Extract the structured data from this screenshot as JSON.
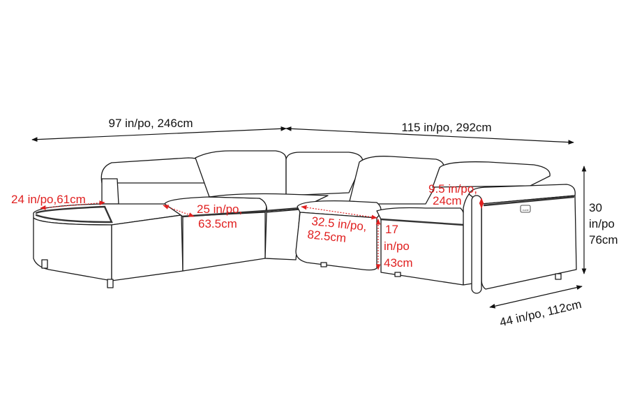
{
  "colors": {
    "line": "#1a1a1a",
    "dimension_black": "#111111",
    "dimension_red": "#e02020",
    "background": "#ffffff"
  },
  "button_label": "On/Off",
  "dimensions": {
    "total_left": "97 in/po, 246cm",
    "total_right": "115 in/po, 292cm",
    "height_line1": "30",
    "height_line2": "in/po",
    "height_line3": "76cm",
    "depth": "44 in/po, 112cm",
    "chaise_seat": "24 in/po,61cm",
    "seat_depth_line1": "25 in/po,",
    "seat_depth_line2": "63.5cm",
    "recliner_width_line1": "32.5 in/po,",
    "recliner_width_line2": "82.5cm",
    "seat_height_line1": "17",
    "seat_height_line2": "in/po",
    "seat_height_line3": "43cm",
    "arm_height_line1": "9.5 in/po,",
    "arm_height_line2": "24cm"
  }
}
